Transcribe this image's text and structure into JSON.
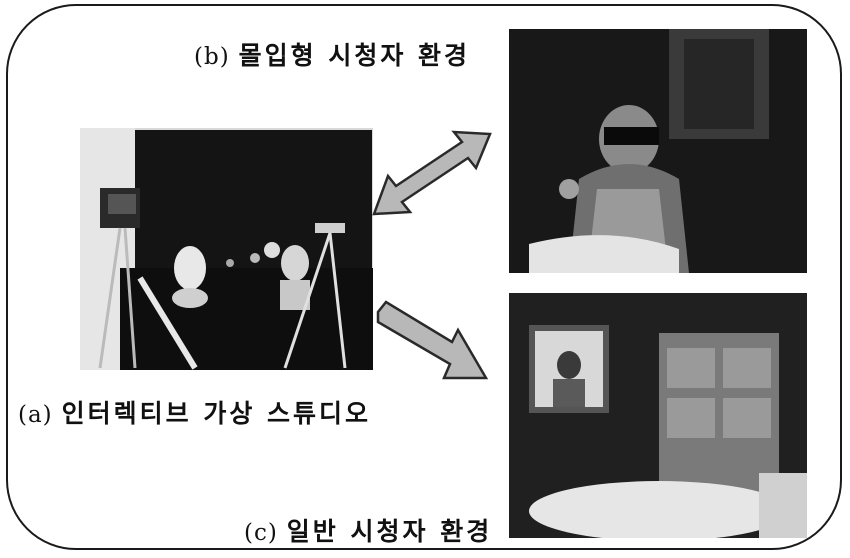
{
  "captions": {
    "b": {
      "label": "(b)",
      "text": "몰입형 시청자 환경"
    },
    "a": {
      "label": "(a)",
      "text": "인터렉티브 가상 스튜디오"
    },
    "c": {
      "label": "(c)",
      "text": "일반 시청자 환경"
    }
  },
  "colors": {
    "frame": "#1a1a1a",
    "arrow_fill": "#b8b8b8",
    "arrow_stroke": "#2a2a2a"
  },
  "icons": [
    "double-arrow-icon",
    "arrow-down-right-icon"
  ]
}
